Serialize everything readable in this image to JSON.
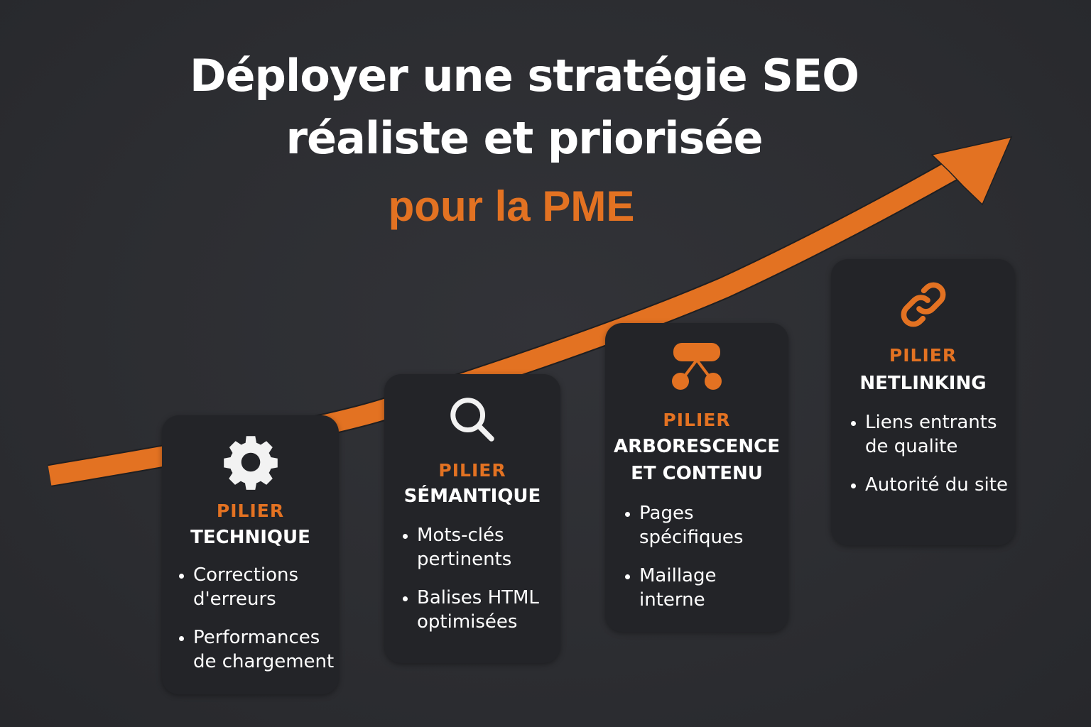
{
  "title": {
    "line1": "Déployer une stratégie SEO",
    "line2": "réaliste et priorisée",
    "line3": "pour la PME"
  },
  "colors": {
    "background": "#2c2d31",
    "card": "#232428",
    "accent": "#e37222",
    "text": "#ffffff"
  },
  "arrow": {
    "icon": "trend-up-arrow",
    "color": "#e37222"
  },
  "pillars": [
    {
      "icon": "gear-icon",
      "label": "PILIER",
      "name": "TECHNIQUE",
      "items": [
        "Corrections d'erreurs",
        "Performances de chargement"
      ]
    },
    {
      "icon": "search-icon",
      "label": "PILIER",
      "name": "SÉMANTIQUE",
      "items": [
        "Mots-clés pertinents",
        "Balises HTML optimisées"
      ]
    },
    {
      "icon": "sitemap-icon",
      "label": "PILIER",
      "name_line1": "ARBORESCENCE",
      "name_line2": "ET CONTENU",
      "items": [
        "Pages spécifiques",
        "Maillage interne"
      ]
    },
    {
      "icon": "link-icon",
      "label": "PILIER",
      "name": "NETLINKING",
      "items": [
        "Liens entrants de qualite",
        "Autorité du site"
      ]
    }
  ]
}
